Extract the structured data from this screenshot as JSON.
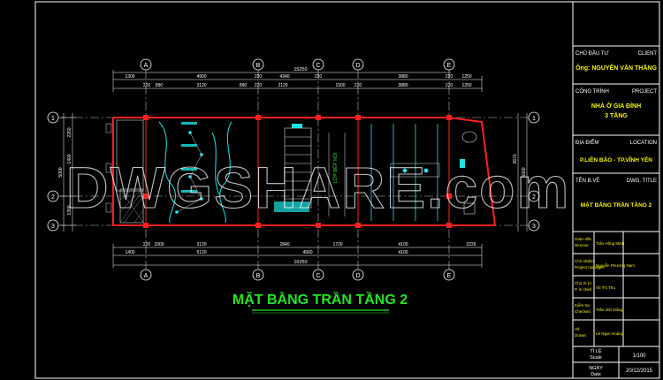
{
  "drawing": {
    "title": "MẶT BẰNG TRẦN TẦNG 2",
    "watermark": "DWGSHARE.com",
    "grid_cols": [
      "A",
      "B",
      "C",
      "D",
      "E"
    ],
    "grid_rows": [
      "1",
      "2",
      "3"
    ],
    "dims_top_total": "15250",
    "dims_top_row1": [
      "1300",
      "4900",
      "220",
      "4340",
      "220",
      "3880",
      "220",
      "1250"
    ],
    "dims_top_row2": [
      "220",
      "890",
      "3120",
      "890",
      "220",
      "2120",
      "1500",
      "220",
      "3880",
      "220",
      "1250"
    ],
    "dims_bottom_row1": [
      "220",
      "1000",
      "3120",
      "2840",
      "1720",
      "4100",
      "2226"
    ],
    "dims_bottom_row2": [
      "1400",
      "5120",
      "4560",
      "4100"
    ],
    "dims_bottom_total": "16250",
    "dims_left": [
      "5000",
      "1400",
      "1300",
      "2260"
    ],
    "dims_right": [
      "3670",
      "5000"
    ],
    "room_labels": [
      "LỚP BẾP NỘI"
    ]
  },
  "title_block": {
    "owner_label": "CHỦ ĐẦU TƯ",
    "owner_label_en": "CLIENT",
    "owner_value": "Ông: NGUYỄN VĂN THĂNG",
    "project_label": "CÔNG TRÌNH",
    "project_label_en": "PROJECT",
    "project_value_1": "NHÀ Ở GIA ĐÌNH",
    "project_value_2": "3 TẦNG",
    "location_label": "ĐỊA ĐIỂM",
    "location_label_en": "LOCATION",
    "location_value": "P.LIÊN BẢO - TP.VĨNH YÊN",
    "dwg_label": "TÊN B.VẼ",
    "dwg_label_en": "DWG. TITLE",
    "dwg_value": "MẶT BẰNG TRẦN TẦNG 2",
    "roles": [
      {
        "role": "Giám đốc",
        "role_en": "Director",
        "name": "Trần Hồng Minh"
      },
      {
        "role": "Chủ nhiệm",
        "role_en": "Project manager",
        "name": "Nguyễn Phương Nam"
      },
      {
        "role": "Chủ trì k.t",
        "role_en": "P. in chief",
        "name": "Vũ Thị Thu"
      },
      {
        "role": "Kiểm tra",
        "role_en": "Checked",
        "name": "Trần Việt Dũng"
      },
      {
        "role": "Vẽ",
        "role_en": "Drawn",
        "name": "Lê Ngọc Hoàng"
      }
    ],
    "scale_label": "TỈ LỆ",
    "scale_label_en": "Scale",
    "scale_value": "1/100",
    "date_label": "NGÀY",
    "date_label_en": "Date",
    "date_value": "20/12/2015"
  },
  "colors": {
    "background": "#000000",
    "frame": "#ffffff",
    "wall": "#ff2020",
    "dims": "#ffffff",
    "grid": "#d0d0d0",
    "title_green": "#27e327",
    "yellow": "#f5f500",
    "cyan": "#1fe5e5"
  }
}
